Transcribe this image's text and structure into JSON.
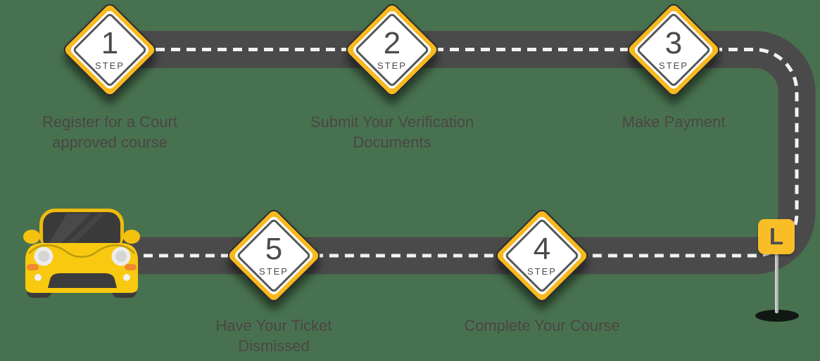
{
  "scene": {
    "background_color": "#48724F"
  },
  "road": {
    "color": "#4B4A4A",
    "dash_color": "#F2F2F2"
  },
  "diamond": {
    "fill_color": "#F7B91F",
    "ring_color": "#55565A",
    "text_color": "#4B4B4B"
  },
  "steps": [
    {
      "number": "1",
      "step_label": "STEP",
      "caption_line1": "Register for a Court",
      "caption_line2": "approved course"
    },
    {
      "number": "2",
      "step_label": "STEP",
      "caption_line1": "Submit Your Verification",
      "caption_line2": "Documents"
    },
    {
      "number": "3",
      "step_label": "STEP",
      "caption_line1": "Make Payment",
      "caption_line2": ""
    },
    {
      "number": "4",
      "step_label": "STEP",
      "caption_line1": "Complete Your Course",
      "caption_line2": ""
    },
    {
      "number": "5",
      "step_label": "STEP",
      "caption_line1": "Have Your Ticket",
      "caption_line2": "Dismissed"
    }
  ],
  "sign": {
    "label": "L",
    "color": "#F9BE27",
    "letter_color": "#4E4E4E"
  },
  "car": {
    "body_color": "#F9C90F",
    "roof_color": "#EFBB0D",
    "glass_color": "#3A3A3A"
  }
}
